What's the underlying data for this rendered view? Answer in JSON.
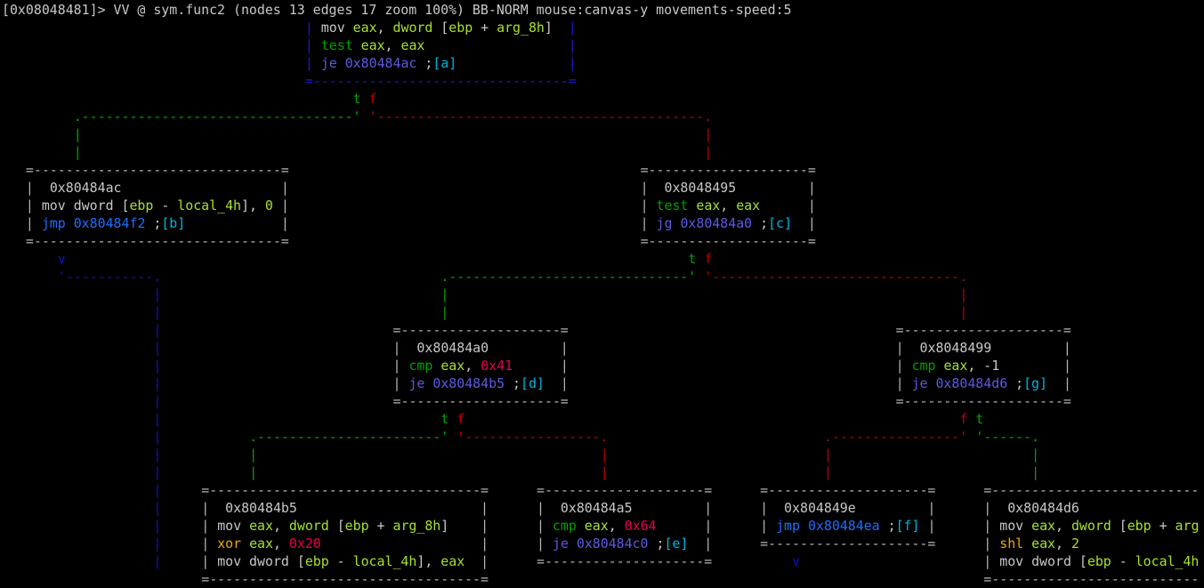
{
  "header": "[0x08048481]> VV @ sym.func2 (nodes 13 edges 17 zoom 100%) BB-NORM mouse:canvas-y movements-speed:5",
  "colors": {
    "w": "#c8c8c8",
    "reg": "#a6e22e",
    "op": "#00a000",
    "num": "#e8004a",
    "jcc": "#5a5ae0",
    "jmp": "#1e6eff",
    "ref": "#00b4e0",
    "xor": "#f0a800",
    "border": "#b4b4b4",
    "selected_border": "#1a1ad0",
    "edge_true": "#00a800",
    "edge_false": "#c00000",
    "edge_jump": "#1010c8"
  },
  "nodes": [
    {
      "id": "top",
      "address": null,
      "lines": [
        [
          [
            "mov",
            "w"
          ],
          [
            " ",
            "w"
          ],
          [
            "eax",
            "reg"
          ],
          [
            ", ",
            "w"
          ],
          [
            "dword",
            "reg"
          ],
          [
            " [",
            "w"
          ],
          [
            "ebp",
            "reg"
          ],
          [
            " + ",
            "w"
          ],
          [
            "arg_8h",
            "reg"
          ],
          [
            "]",
            "w"
          ]
        ],
        [
          [
            "test",
            "op"
          ],
          [
            " ",
            "w"
          ],
          [
            "eax",
            "reg"
          ],
          [
            ", ",
            "w"
          ],
          [
            "eax",
            "reg"
          ]
        ],
        [
          [
            "je",
            "jcc"
          ],
          [
            " ",
            "w"
          ],
          [
            "0x80484ac",
            "jcc"
          ],
          [
            " ;",
            "w"
          ],
          [
            "[a]",
            "ref"
          ]
        ]
      ]
    },
    {
      "id": "n1",
      "address": "0x80484ac",
      "lines": [
        [
          [
            "mov dword [",
            "w"
          ],
          [
            "ebp",
            "reg"
          ],
          [
            " - ",
            "w"
          ],
          [
            "local_4h",
            "reg"
          ],
          [
            "], ",
            "w"
          ],
          [
            "0",
            "reg"
          ]
        ],
        [
          [
            "jmp",
            "jmp"
          ],
          [
            " ",
            "w"
          ],
          [
            "0x80484f2",
            "jmp"
          ],
          [
            " ;",
            "w"
          ],
          [
            "[b]",
            "ref"
          ]
        ]
      ]
    },
    {
      "id": "n2",
      "address": "0x8048495",
      "lines": [
        [
          [
            "test",
            "op"
          ],
          [
            " ",
            "w"
          ],
          [
            "eax",
            "reg"
          ],
          [
            ", ",
            "w"
          ],
          [
            "eax",
            "reg"
          ]
        ],
        [
          [
            "jg",
            "jcc"
          ],
          [
            " ",
            "w"
          ],
          [
            "0x80484a0",
            "jcc"
          ],
          [
            " ;",
            "w"
          ],
          [
            "[c]",
            "ref"
          ]
        ]
      ]
    },
    {
      "id": "n3",
      "address": "0x80484a0",
      "lines": [
        [
          [
            "cmp",
            "op"
          ],
          [
            " ",
            "w"
          ],
          [
            "eax",
            "reg"
          ],
          [
            ", ",
            "w"
          ],
          [
            "0x41",
            "num"
          ]
        ],
        [
          [
            "je",
            "jcc"
          ],
          [
            " ",
            "w"
          ],
          [
            "0x80484b5",
            "jcc"
          ],
          [
            " ;",
            "w"
          ],
          [
            "[d]",
            "ref"
          ]
        ]
      ]
    },
    {
      "id": "n4",
      "address": "0x8048499",
      "lines": [
        [
          [
            "cmp",
            "op"
          ],
          [
            " ",
            "w"
          ],
          [
            "eax",
            "reg"
          ],
          [
            ", ",
            "w"
          ],
          [
            "-1",
            "w"
          ]
        ],
        [
          [
            "je",
            "jcc"
          ],
          [
            " ",
            "w"
          ],
          [
            "0x80484d6",
            "jcc"
          ],
          [
            " ;",
            "w"
          ],
          [
            "[g]",
            "ref"
          ]
        ]
      ]
    },
    {
      "id": "n5",
      "address": "0x80484b5",
      "lines": [
        [
          [
            "mov",
            "w"
          ],
          [
            " ",
            "w"
          ],
          [
            "eax",
            "reg"
          ],
          [
            ", ",
            "w"
          ],
          [
            "dword",
            "reg"
          ],
          [
            " [",
            "w"
          ],
          [
            "ebp",
            "reg"
          ],
          [
            " + ",
            "w"
          ],
          [
            "arg_8h",
            "reg"
          ],
          [
            "]",
            "w"
          ]
        ],
        [
          [
            "xor",
            "xor"
          ],
          [
            " ",
            "w"
          ],
          [
            "eax",
            "reg"
          ],
          [
            ", ",
            "w"
          ],
          [
            "0x20",
            "num"
          ]
        ],
        [
          [
            "mov dword [",
            "w"
          ],
          [
            "ebp",
            "reg"
          ],
          [
            " - ",
            "w"
          ],
          [
            "local_4h",
            "reg"
          ],
          [
            "], ",
            "w"
          ],
          [
            "eax",
            "reg"
          ]
        ]
      ]
    },
    {
      "id": "n6",
      "address": "0x80484a5",
      "lines": [
        [
          [
            "cmp",
            "op"
          ],
          [
            " ",
            "w"
          ],
          [
            "eax",
            "reg"
          ],
          [
            ", ",
            "w"
          ],
          [
            "0x64",
            "num"
          ]
        ],
        [
          [
            "je",
            "jcc"
          ],
          [
            " ",
            "w"
          ],
          [
            "0x80484c0",
            "jcc"
          ],
          [
            " ;",
            "w"
          ],
          [
            "[e]",
            "ref"
          ]
        ]
      ]
    },
    {
      "id": "n7",
      "address": "0x804849e",
      "lines": [
        [
          [
            "jmp",
            "jmp"
          ],
          [
            " ",
            "w"
          ],
          [
            "0x80484ea",
            "jmp"
          ],
          [
            " ;",
            "w"
          ],
          [
            "[f]",
            "ref"
          ]
        ]
      ]
    },
    {
      "id": "n8",
      "address": "0x80484d6",
      "lines": [
        [
          [
            "mov",
            "w"
          ],
          [
            " ",
            "w"
          ],
          [
            "eax",
            "reg"
          ],
          [
            ", ",
            "w"
          ],
          [
            "dword",
            "reg"
          ],
          [
            " [",
            "w"
          ],
          [
            "ebp",
            "reg"
          ],
          [
            " + ",
            "w"
          ],
          [
            "arg",
            "reg"
          ]
        ],
        [
          [
            "shl",
            "xor"
          ],
          [
            " ",
            "w"
          ],
          [
            "eax",
            "reg"
          ],
          [
            ", ",
            "w"
          ],
          [
            "2",
            "reg"
          ]
        ],
        [
          [
            "mov dword [",
            "w"
          ],
          [
            "ebp",
            "reg"
          ],
          [
            " - ",
            "w"
          ],
          [
            "local_4h",
            "reg"
          ]
        ]
      ]
    }
  ],
  "edge_labels": {
    "true": "t",
    "false": "f",
    "jump": "v"
  }
}
